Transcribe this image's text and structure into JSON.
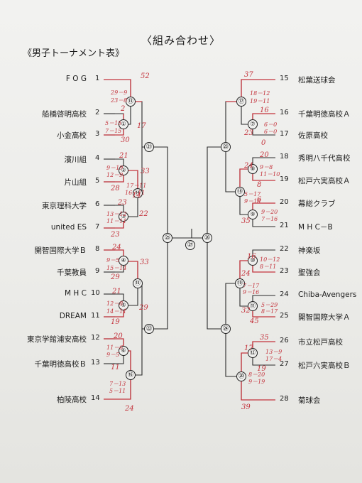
{
  "title": "〈組み合わせ〉",
  "section": "《男子トーナメント表》",
  "left_teams": [
    {
      "seed": "1",
      "name": "F O G"
    },
    {
      "seed": "2",
      "name": "船橋啓明高校"
    },
    {
      "seed": "3",
      "name": "小金高校"
    },
    {
      "seed": "4",
      "name": "濱川組"
    },
    {
      "seed": "5",
      "name": "片山組"
    },
    {
      "seed": "6",
      "name": "東京理科大学"
    },
    {
      "seed": "7",
      "name": "united ES"
    },
    {
      "seed": "8",
      "name": "開智国際大学Ｂ"
    },
    {
      "seed": "9",
      "name": "千葉教員"
    },
    {
      "seed": "10",
      "name": "M H C"
    },
    {
      "seed": "11",
      "name": "DREAM"
    },
    {
      "seed": "12",
      "name": "東京学館浦安高校"
    },
    {
      "seed": "13",
      "name": "千葉明徳高校Ｂ"
    },
    {
      "seed": "14",
      "name": "柏陵高校"
    }
  ],
  "right_teams": [
    {
      "seed": "15",
      "name": "松葉送球会"
    },
    {
      "seed": "16",
      "name": "千葉明徳高校Ａ"
    },
    {
      "seed": "17",
      "name": "佐原高校"
    },
    {
      "seed": "18",
      "name": "秀明八千代高校"
    },
    {
      "seed": "19",
      "name": "松戸六実高校Ａ"
    },
    {
      "seed": "20",
      "name": "幕総クラブ"
    },
    {
      "seed": "21",
      "name": "M H C－B"
    },
    {
      "seed": "22",
      "name": "神楽坂"
    },
    {
      "seed": "23",
      "name": "聖強会"
    },
    {
      "seed": "24",
      "name": "Chiba-Avengers"
    },
    {
      "seed": "25",
      "name": "開智国際大学Ａ"
    },
    {
      "seed": "26",
      "name": "市立松戸高校"
    },
    {
      "seed": "27",
      "name": "松戸六実高校Ｂ"
    },
    {
      "seed": "28",
      "name": "菊球会"
    }
  ],
  "match_numbers": [
    "①",
    "②",
    "③",
    "④",
    "⑤",
    "⑥",
    "⑦",
    "⑧",
    "⑨",
    "⑩",
    "⑪",
    "⑫",
    "⑬",
    "⑭",
    "⑮",
    "⑯",
    "⑰",
    "⑱",
    "⑲",
    "⑳",
    "㉑",
    "㉒",
    "㉓",
    "㉔",
    "㉕",
    "㉖",
    "㉗"
  ],
  "handwritten_scores": {
    "s1a": "52",
    "s1b": "29－9",
    "s1c": "23－8",
    "s1d": "17",
    "s2a": "2",
    "s2b": "5－15",
    "s2c": "7－15",
    "s2d": "30",
    "s3a": "21",
    "s3b": "9－19",
    "s3c": "12－9",
    "s3d": "28",
    "s3e": "33",
    "s3f": "17－11",
    "s3g": "16－11",
    "s3h": "14",
    "s4a": "23",
    "s4b": "13－12",
    "s4c": "11－11",
    "s4d": "23",
    "s4e": "22",
    "s5a": "24",
    "s5b": "9－5",
    "s5c": "15－14",
    "s5d": "29",
    "s5e": "33",
    "s6a": "21",
    "s6b": "12－8",
    "s6c": "14－11",
    "s6d": "19",
    "s6e": "29",
    "s7a": "20",
    "s7b": "11－6",
    "s7c": "9－5",
    "s7d": "11",
    "s7e": "7－13",
    "s7f": "5－11",
    "s7g": "24",
    "s8a": "37",
    "s8b": "18－12",
    "s8c": "19－11",
    "s8d": "23",
    "s8e": "16",
    "s8f": "6－0",
    "s8g": "6－0",
    "s8h": "0",
    "s9a": "20",
    "s9b": "24",
    "s9c": "9－8",
    "s9d": "11－10",
    "s9e": "8",
    "s9f": "5－17",
    "s9g": "9－18",
    "s9h": "6",
    "s9i": "9－20",
    "s9j": "7－16",
    "s9k": "35",
    "s10a": "16",
    "s10b": "24",
    "s10c": "10－12",
    "s10d": "8－11",
    "s10e": "7－17",
    "s10f": "9－16",
    "s10g": "5－29",
    "s10h": "8－17",
    "s10i": "32",
    "s10j": "45",
    "s11a": "17",
    "s11b": "35",
    "s11c": "13－9",
    "s11d": "17－4",
    "s11e": "19",
    "s11f": "8－20",
    "s11g": "9－19",
    "s11h": "39"
  }
}
